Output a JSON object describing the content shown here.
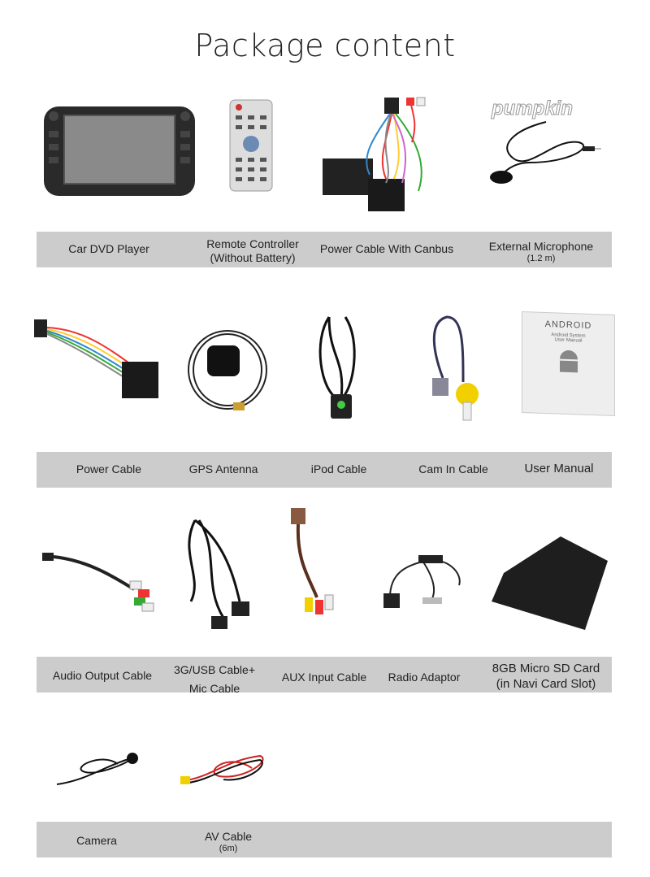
{
  "title": "Package content",
  "brand_logo": "pumpkin",
  "manual_logo": "ANDROID",
  "manual_text": "Android System User Manual",
  "rows": [
    {
      "items": [
        {
          "name": "Car DVD Player"
        },
        {
          "name": "Remote Controller",
          "sub": "(Without Battery)"
        },
        {
          "name": "Power Cable With Canbus"
        },
        {
          "name": "External Microphone",
          "sub": "(1.2 m)"
        }
      ]
    },
    {
      "items": [
        {
          "name": "Power Cable"
        },
        {
          "name": "GPS Antenna"
        },
        {
          "name": "iPod Cable"
        },
        {
          "name": "Cam In Cable"
        },
        {
          "name": "User Manual"
        }
      ]
    },
    {
      "items": [
        {
          "name": "Audio Output Cable"
        },
        {
          "name": "3G/USB Cable+",
          "sub": "Mic Cable"
        },
        {
          "name": "AUX Input Cable"
        },
        {
          "name": "Radio Adaptor"
        },
        {
          "name": "8GB Micro SD Card",
          "sub": "(in Navi Card Slot)"
        }
      ]
    },
    {
      "items": [
        {
          "name": "Camera"
        },
        {
          "name": "AV Cable",
          "sub": "(6m)"
        }
      ]
    }
  ]
}
